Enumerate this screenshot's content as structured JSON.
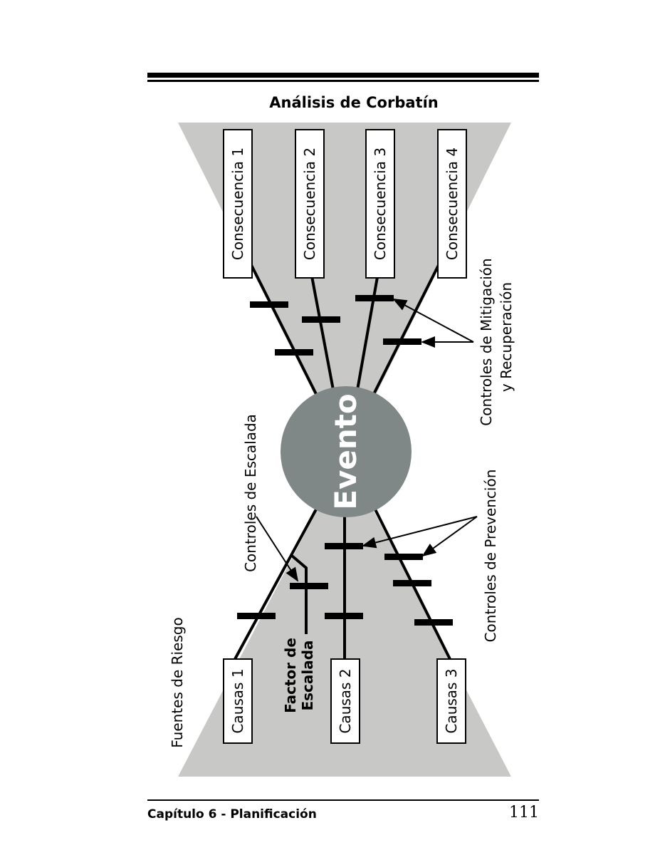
{
  "page": {
    "title": "Análisis de Corbatín",
    "footer_left": "Capítulo 6 - Planificación",
    "footer_right": "111"
  },
  "diagram": {
    "event": "Evento",
    "consequences": [
      "Consecuencia 1",
      "Consecuencia 2",
      "Consecuencia 3",
      "Consecuencia 4"
    ],
    "causes": [
      "Causas 1",
      "Causas 2",
      "Causas 3"
    ],
    "labels": {
      "mitigation_line1": "Controles de Mitigación",
      "mitigation_line2": "y Recuperación",
      "escalation_controls": "Controles de Escalada",
      "prevention_controls": "Controles de Prevención",
      "risk_sources": "Fuentes de Riesgo",
      "escalation_factor_line1": "Factor de",
      "escalation_factor_line2": "Escalada"
    },
    "colors": {
      "background_shape": "#c8c9c7",
      "event_circle": "#7f8886",
      "event_text": "#ffffff",
      "ink": "#000000"
    }
  }
}
